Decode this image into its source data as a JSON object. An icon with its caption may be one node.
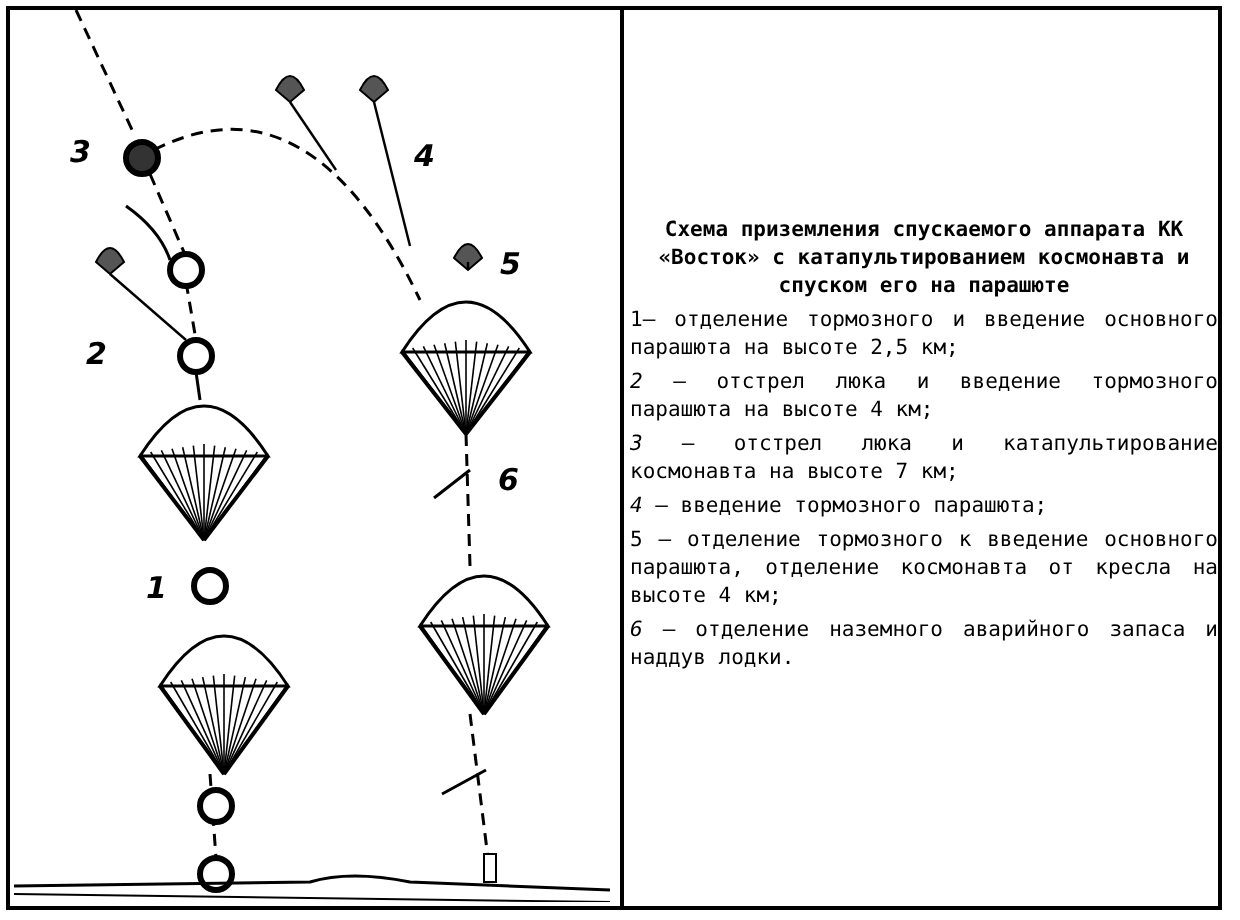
{
  "diagram": {
    "title": "Схема приземления спускаемого аппарата КК «Восток» с катапультированием космонавта и спуском его на парашюте",
    "labels": [
      "3",
      "4",
      "5",
      "2",
      "6",
      "1",
      "1— отделение тормозного и введение основного парашюта на высоте 2,5 км;",
      "*2* — отстрел люка и введение тормозного парашюта на высоте 4 км;",
      "*3* — отстрел люка и катапультирование космонавта на высоте 7 км;",
      "*4* — введение тормозного парашюта;",
      "5 — отделение тормозного к введение основного парашюта, отделение космонавта от кресла на высоте 4 км;",
      "*6* — отделение наземного аварийного запаса и наддув лодки."
    ]
  }
}
